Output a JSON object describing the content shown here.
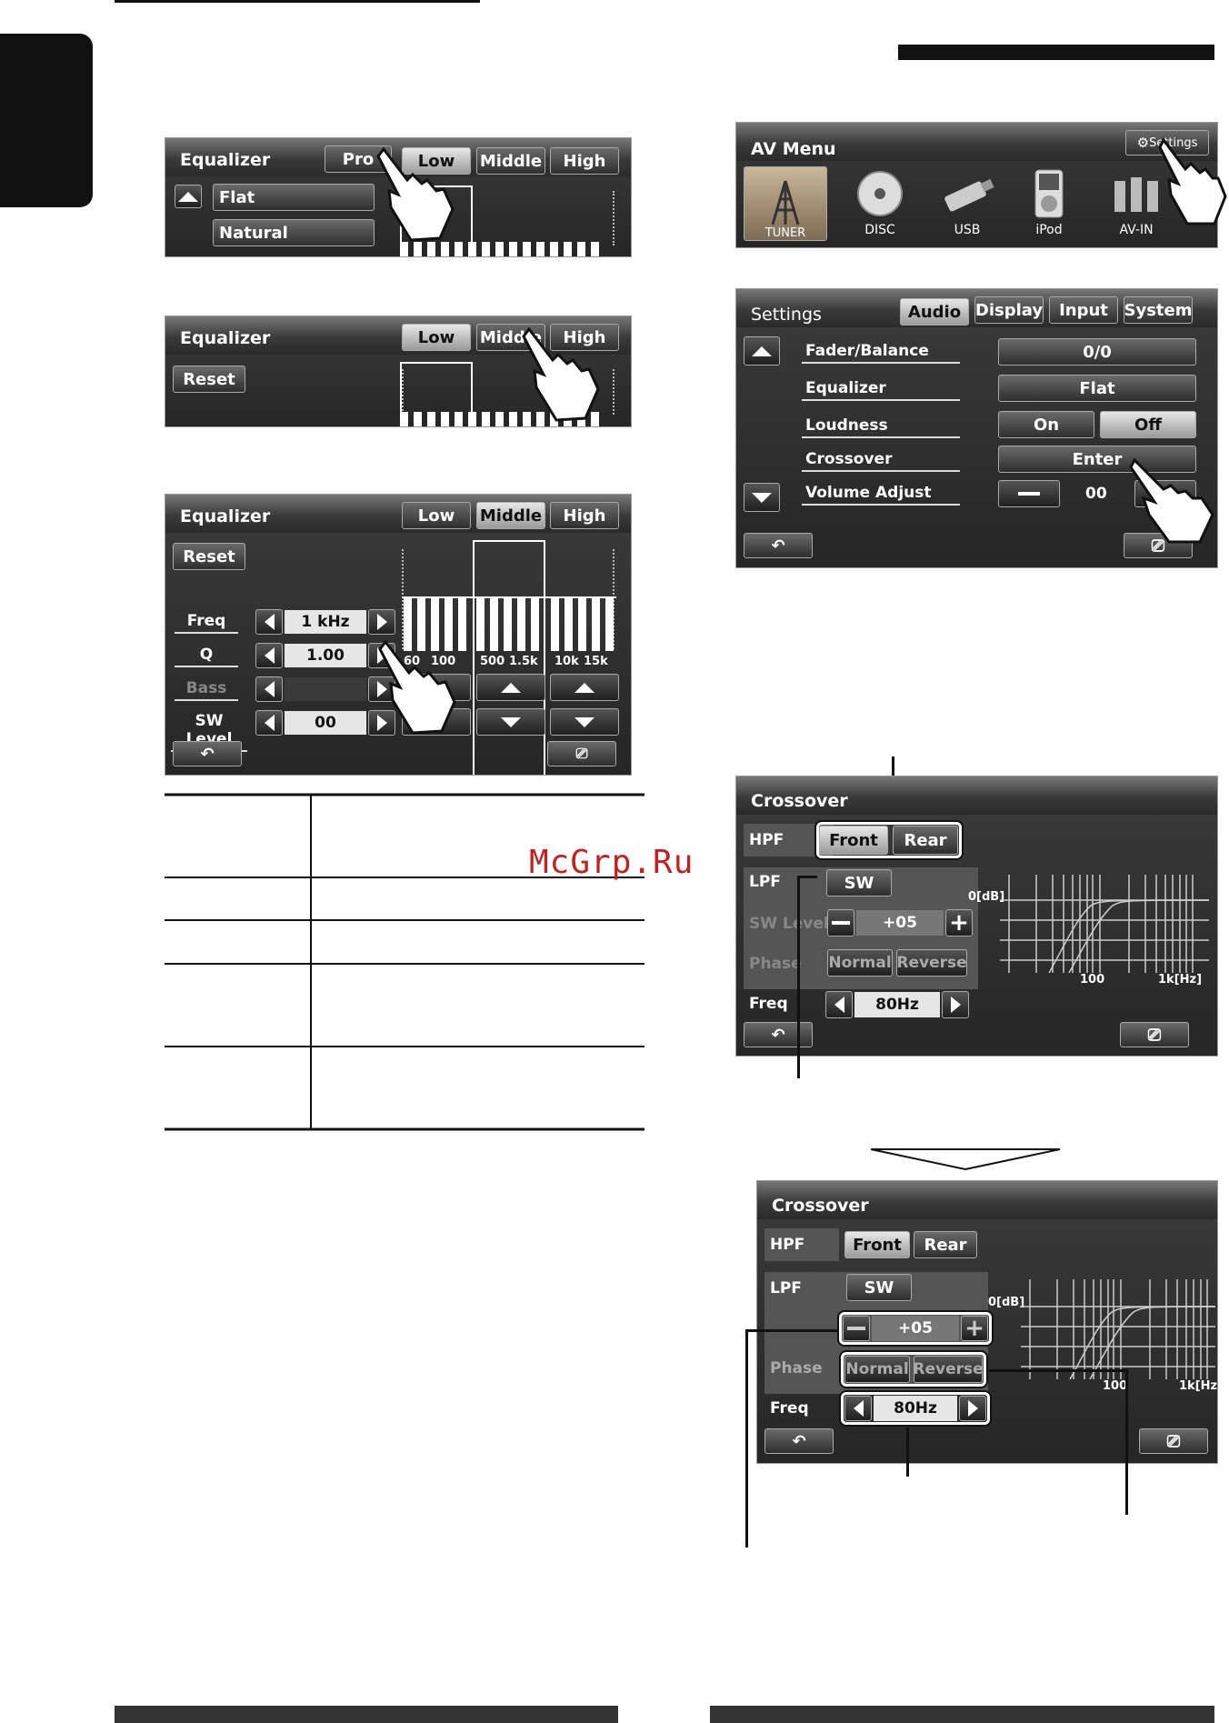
{
  "watermark": "McGrp.Ru",
  "equalizer_pro": {
    "title": "Equalizer",
    "tabs": [
      "Pro",
      "Low",
      "Middle",
      "High"
    ],
    "presets": [
      "Flat",
      "Natural"
    ]
  },
  "equalizer_reset": {
    "title": "Equalizer",
    "tabs": [
      "Low",
      "Middle",
      "High"
    ],
    "reset": "Reset"
  },
  "equalizer_detail": {
    "title": "Equalizer",
    "tabs": [
      "Low",
      "Middle",
      "High"
    ],
    "reset": "Reset",
    "rows": [
      {
        "label": "Freq",
        "value": "1 kHz"
      },
      {
        "label": "Q",
        "value": "1.00"
      },
      {
        "label": "Bass",
        "value": ""
      },
      {
        "label": "SW Level",
        "value": "00"
      }
    ],
    "band_labels": [
      "60",
      "100",
      "500",
      "1.5k",
      "10k",
      "15k"
    ]
  },
  "av_menu": {
    "title": "AV Menu",
    "settings": "Settings",
    "sources": [
      "TUNER",
      "DISC",
      "USB",
      "iPod",
      "AV-IN"
    ]
  },
  "settings": {
    "title": "Settings",
    "tabs": [
      "Audio",
      "Display",
      "Input",
      "System"
    ],
    "rows": [
      {
        "label": "Fader/Balance",
        "value": "0/0"
      },
      {
        "label": "Equalizer",
        "value": "Flat"
      },
      {
        "label": "Loudness",
        "on": "On",
        "off": "Off"
      },
      {
        "label": "Crossover",
        "value": "Enter"
      },
      {
        "label": "Volume Adjust",
        "value": "00"
      }
    ]
  },
  "crossover1": {
    "title": "Crossover",
    "hpf": "HPF",
    "front": "Front",
    "rear": "Rear",
    "lpf": "LPF",
    "sw": "SW",
    "sw_level": "SW Level",
    "sw_value": "+05",
    "phase": "Phase",
    "normal": "Normal",
    "reverse": "Reverse",
    "freq": "Freq",
    "freq_value": "80Hz",
    "graph_db": "0[dB]",
    "graph_100": "100",
    "graph_1k": "1k[Hz]"
  },
  "crossover2": {
    "title": "Crossover",
    "hpf": "HPF",
    "front": "Front",
    "rear": "Rear",
    "lpf": "LPF",
    "sw": "SW",
    "sw_value": "+05",
    "phase": "Phase",
    "normal": "Normal",
    "reverse": "Reverse",
    "freq": "Freq",
    "freq_value": "80Hz",
    "graph_db": "0[dB]",
    "graph_100": "100",
    "graph_1k": "1k[Hz]"
  }
}
